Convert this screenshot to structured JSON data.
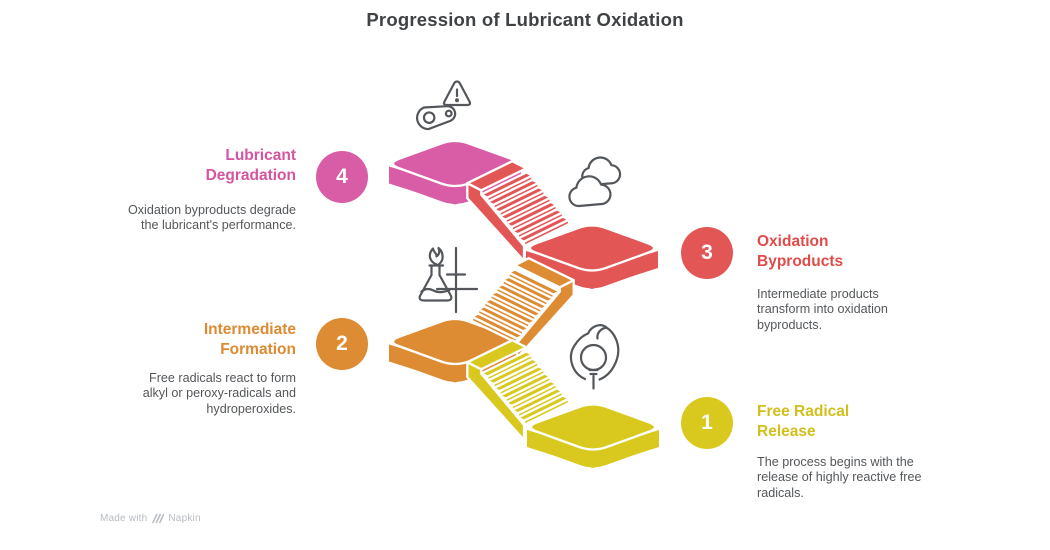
{
  "title": "Progression of Lubricant Oxidation",
  "steps": [
    {
      "number": "1",
      "title": "Free Radical Release",
      "description": "The process begins with the release of highly reactive free radicals.",
      "color": "#d9c91f",
      "text_color": "#d2bf1b",
      "icon": "flame-bulb-icon"
    },
    {
      "number": "2",
      "title": "Intermediate Formation",
      "description": "Free radicals react to form alkyl or peroxy-radicals and hydroperoxides.",
      "color": "#de8c33",
      "text_color": "#dd8a32",
      "icon": "lab-flask-icon"
    },
    {
      "number": "3",
      "title": "Oxidation Byproducts",
      "description": "Intermediate products transform into oxidation byproducts.",
      "color": "#e25755",
      "text_color": "#e14b49",
      "icon": "clouds-icon"
    },
    {
      "number": "4",
      "title": "Lubricant Degradation",
      "description": "Oxidation byproducts degrade the lubricant's performance.",
      "color": "#d85ca6",
      "text_color": "#d6549f",
      "icon": "warning-machine-icon"
    }
  ],
  "colors": {
    "background": "#ffffff",
    "heading_text": "#3f4245",
    "body_text": "#54575a",
    "icon_stroke": "#53565a",
    "outline": "#ffffff",
    "footer_text": "#b7bcc2"
  },
  "footer": {
    "made_with": "Made with",
    "brand": "Napkin"
  }
}
